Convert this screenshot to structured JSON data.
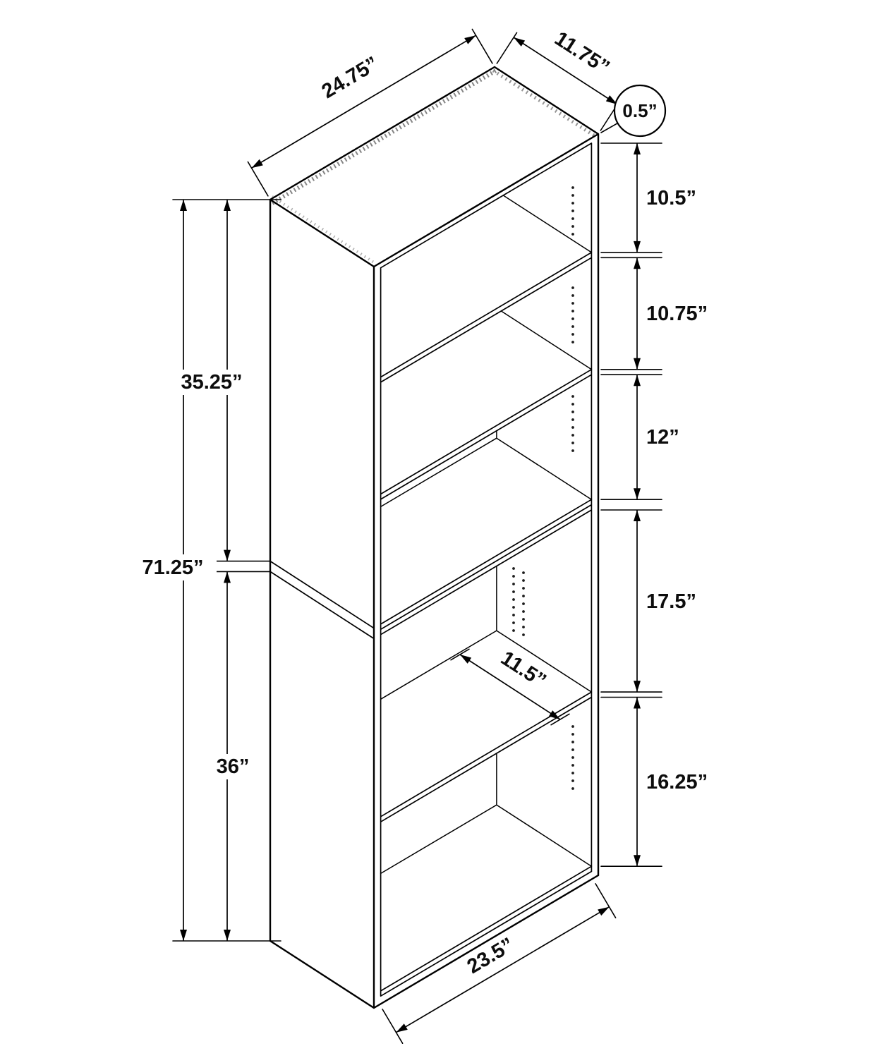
{
  "diagram": {
    "type": "isometric-dimension-drawing",
    "subject": "5-shelf bookcase",
    "unit": "inches",
    "labels": {
      "top_width": "24.75”",
      "top_depth": "11.75”",
      "panel_thickness": "0.5”",
      "opening_1_height": "10.5”",
      "opening_2_height": "10.75”",
      "opening_3_height": "12”",
      "opening_4_height": "17.5”",
      "opening_5_height": "16.25”",
      "upper_section_height": "35.25”",
      "total_height": "71.25”",
      "lower_section_height": "36”",
      "shelf_depth": "11.5”",
      "bottom_width": "23.5”"
    }
  }
}
